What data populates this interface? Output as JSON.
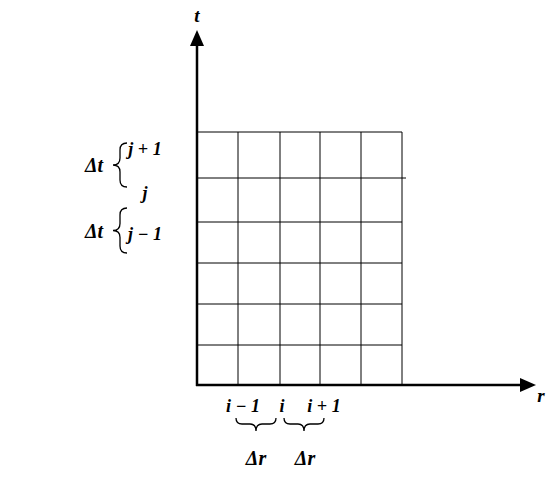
{
  "diagram": {
    "labels": [
      "t",
      "r",
      "j + 1",
      "j",
      "j − 1",
      "Δt",
      "Δt",
      "i − 1",
      "i",
      "i + 1",
      "Δr",
      "Δr"
    ]
  }
}
